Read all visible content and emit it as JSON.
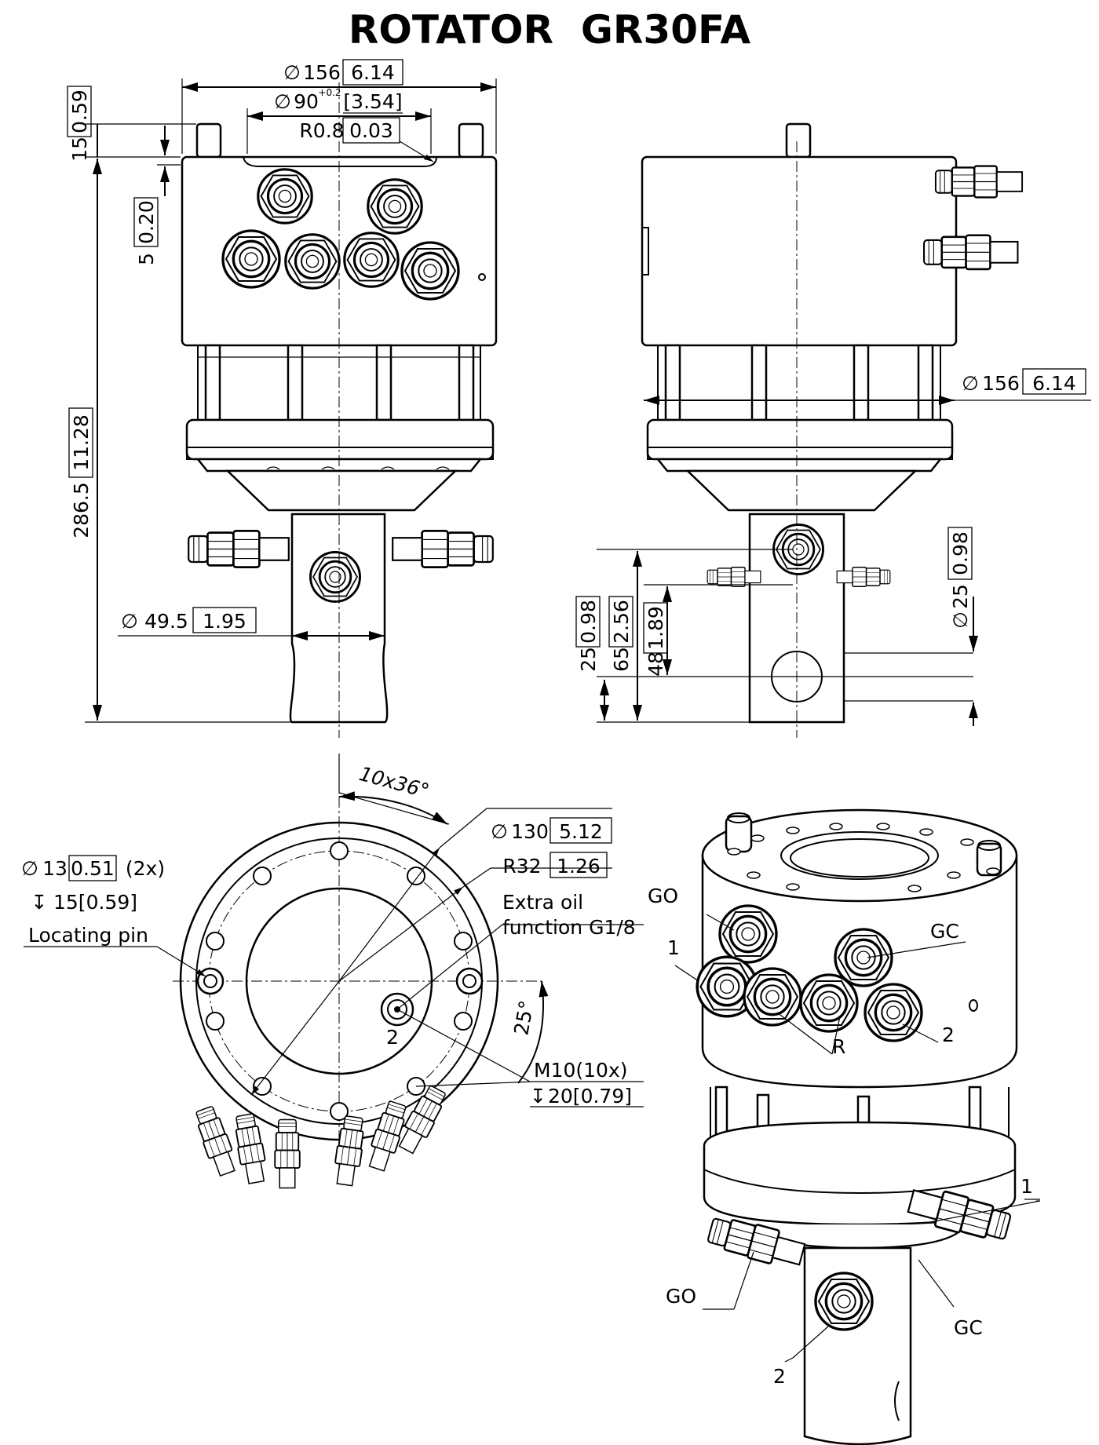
{
  "title": "ROTATOR  GR30FA",
  "front_view": {
    "dia_156": {
      "prefix": "∅",
      "mm": "156",
      "inch": "6.14"
    },
    "dia_90": {
      "prefix": "∅",
      "mm": "90",
      "tol": "+0.2",
      "inch": "[3.54]"
    },
    "r08": {
      "mm": "R0.8",
      "inch": "0.03"
    },
    "h15": {
      "mm": "15",
      "inch": "0.59"
    },
    "h5": {
      "mm": "5",
      "inch": "0.20"
    },
    "h286": {
      "mm": "286.5",
      "inch": "11.28"
    },
    "dia_49": {
      "prefix": "∅",
      "mm": "49.5",
      "inch": "1.95"
    }
  },
  "side_view": {
    "dia_156": {
      "prefix": "∅",
      "mm": "156",
      "inch": "6.14"
    },
    "h25": {
      "mm": "25",
      "inch": "0.98"
    },
    "h65": {
      "mm": "65",
      "inch": "2.56"
    },
    "h48": {
      "mm": "48",
      "inch": "1.89"
    },
    "dia_25": {
      "prefix": "∅",
      "mm": "25",
      "inch": "0.98"
    }
  },
  "top_view": {
    "angle_pitch": "10x36°",
    "dia_130": {
      "prefix": "∅",
      "mm": "130",
      "inch": "5.12"
    },
    "r32": {
      "mm": "R32",
      "inch": "1.26"
    },
    "pin_dia": {
      "prefix": "∅",
      "mm": "13",
      "inch": "0.51",
      "qty": "(2x)"
    },
    "pin_depth": {
      "prefix": "↧",
      "text": "15[0.59]"
    },
    "pin_label": "Locating pin",
    "extra_oil_1": "Extra oil",
    "extra_oil_2": "function G1/8",
    "angle_25": "25°",
    "thread": "M10(10x)",
    "thread_depth": {
      "prefix": "↧",
      "text": "20[0.79]"
    },
    "port_2": "2"
  },
  "iso_view": {
    "go_top": "GO",
    "gc_top": "GC",
    "port_1_top": "1",
    "port_r": "R",
    "port_2_top": "2",
    "port_1_bottom": "1",
    "go_bottom": "GO",
    "gc_bottom": "GC",
    "port_2_bottom": "2"
  },
  "icons": [
    "diameter-symbol",
    "depth-symbol"
  ]
}
